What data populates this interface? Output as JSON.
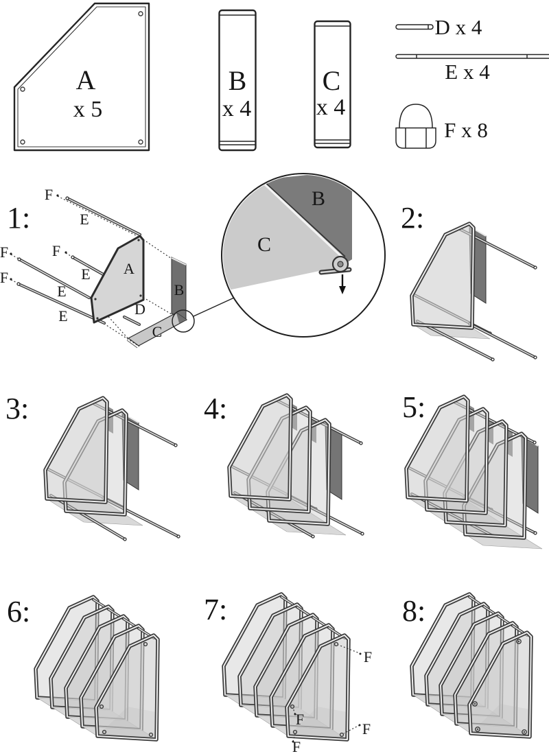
{
  "parts": {
    "a": {
      "letter": "A",
      "qty": "x 5"
    },
    "b": {
      "letter": "B",
      "qty": "x 4"
    },
    "c": {
      "letter": "C",
      "qty": "x 4"
    },
    "d": {
      "label": "D x 4"
    },
    "e": {
      "label": "E x 4"
    },
    "f": {
      "label": "F x 8"
    }
  },
  "steps": {
    "s1": "1:",
    "s2": "2:",
    "s3": "3:",
    "s4": "4:",
    "s5": "5:",
    "s6": "6:",
    "s7": "7:",
    "s8": "8:"
  },
  "step1_annotations": {
    "f": "F",
    "e": "E",
    "a": "A",
    "b": "B",
    "c": "C",
    "d": "D"
  },
  "detail_view": {
    "b": "B",
    "c": "C"
  },
  "step7_annotations": {
    "f": "F"
  },
  "colors": {
    "line": "#222222",
    "tube": "#3b3b3b",
    "dark_panel": "#757575",
    "light_panel": "#d9d9d9",
    "panel_face": "#e0e0e0",
    "detail_b": "#7b7b7b",
    "detail_c": "#cbcbcb",
    "background": "#ffffff"
  }
}
